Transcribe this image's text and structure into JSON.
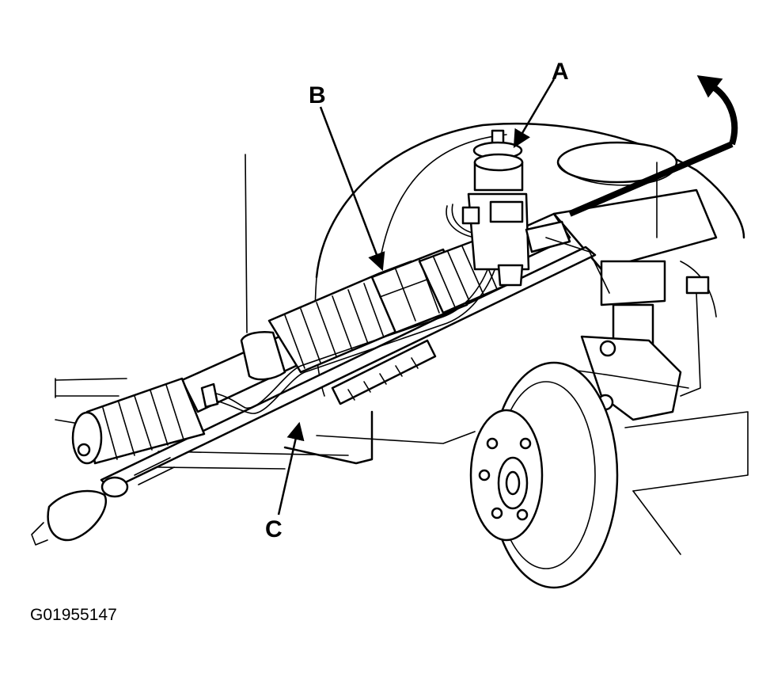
{
  "callouts": {
    "a": "A",
    "b": "B",
    "c": "C"
  },
  "figure_id": "G01955147",
  "colors": {
    "ink": "#000000",
    "paper": "#ffffff"
  }
}
